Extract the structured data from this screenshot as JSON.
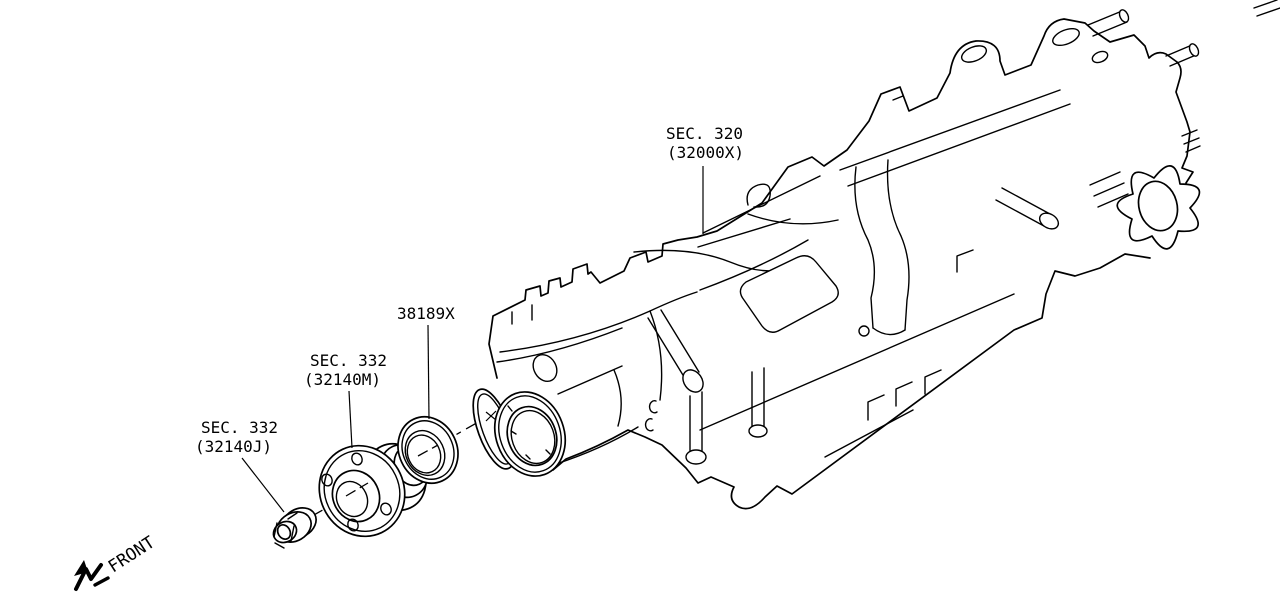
{
  "canvas": {
    "background": "#ffffff",
    "ink": "#000000"
  },
  "labels": {
    "transmission": {
      "line1": "SEC. 320",
      "line2": "(32000X)"
    },
    "oil_seal": {
      "text": "38189X"
    },
    "companion_flange": {
      "line1": "SEC. 332",
      "line2": "(32140M)"
    },
    "flange_nut": {
      "line1": "SEC. 332",
      "line2": "(32140J)"
    },
    "front_marker": {
      "text": "FRONT"
    }
  }
}
